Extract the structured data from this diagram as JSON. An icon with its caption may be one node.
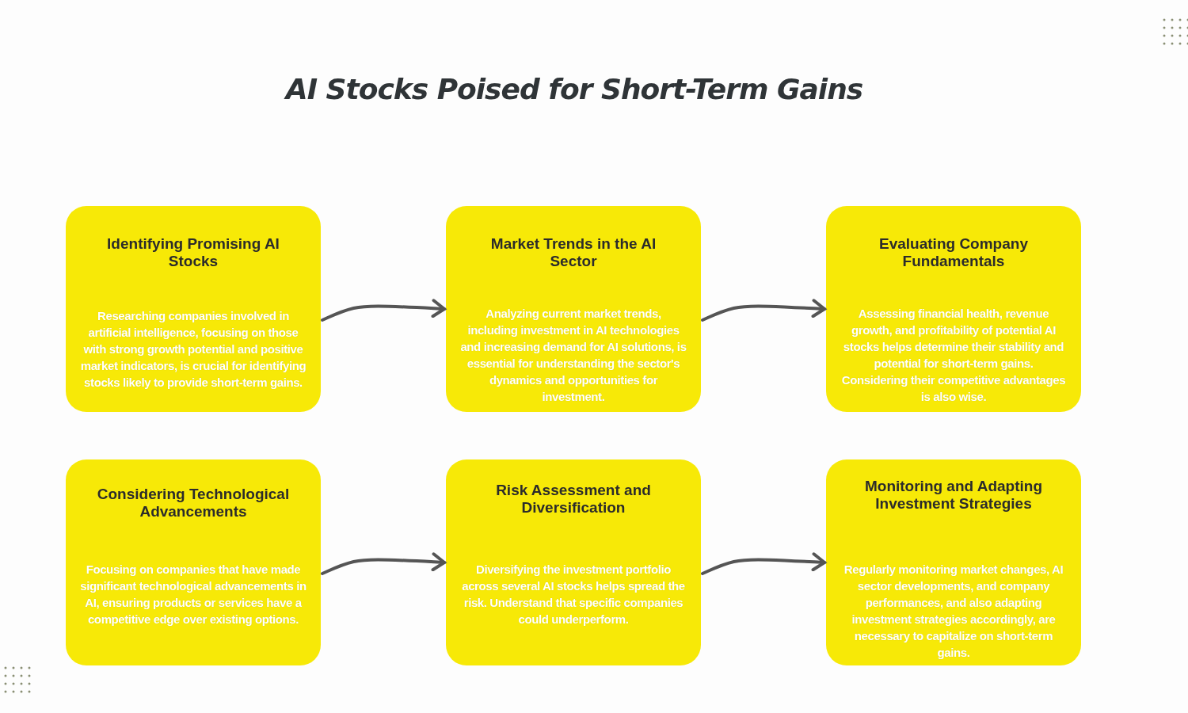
{
  "diagram": {
    "title": "AI Stocks Poised for Short-Term Gains",
    "nodes": [
      {
        "text": [
          "Identifying Promising AI Stocks",
          "Researching companies involved in artificial intelligence, focusing on those with strong growth potential and positive market indicators, is crucial for identifying stocks likely to provide short-term gains."
        ]
      },
      {
        "text": [
          "Market Trends in the AI Sector",
          "Analyzing current market trends, including investment in AI technologies and increasing demand for AI solutions, is essential for understanding the sector's dynamics and opportunities for investment."
        ]
      },
      {
        "text": [
          "Evaluating Company Fundamentals",
          "Assessing financial health, revenue growth, and profitability of potential AI stocks helps determine their stability and potential for short-term gains. Considering their competitive advantages is also wise."
        ]
      },
      {
        "text": [
          "Considering Technological Advancements",
          "Focusing on companies that have made significant technological advancements in AI, ensuring products or services have a competitive edge over existing options."
        ]
      },
      {
        "text": [
          "Risk Assessment and Diversification",
          "Diversifying the investment portfolio across several AI stocks helps spread the risk. Understand that specific companies could underperform."
        ]
      },
      {
        "text": [
          "Monitoring and Adapting Investment Strategies",
          "Regularly monitoring market changes, AI sector developments, and company performances, and also adapting investment strategies accordingly, are necessary to capitalize on short-term gains."
        ]
      }
    ],
    "edges": [
      {
        "from": 0,
        "to": 1,
        "arrow": "to"
      },
      {
        "from": 1,
        "to": 2,
        "arrow": "to"
      },
      {
        "from": 3,
        "to": 4,
        "arrow": "to"
      },
      {
        "from": 4,
        "to": 5,
        "arrow": "to"
      }
    ]
  }
}
